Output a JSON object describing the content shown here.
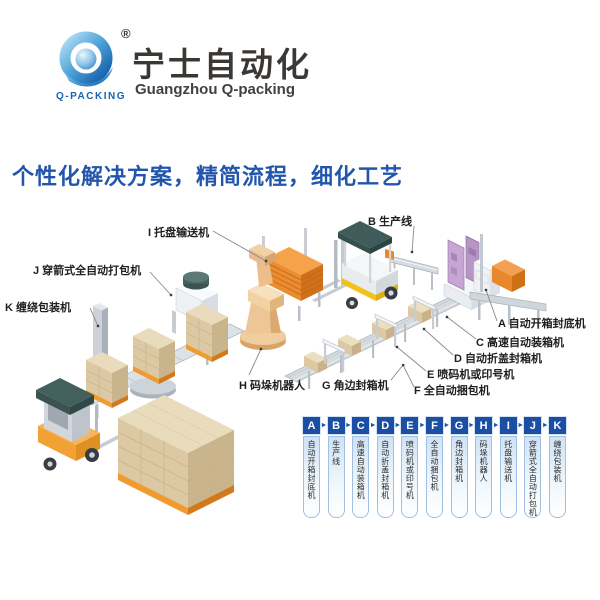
{
  "brand": {
    "registered": "®",
    "logo_caption": "Q-PACKING",
    "company_cn": "宁士自动化",
    "company_en": "Guangzhou Q-packing"
  },
  "slogan": "个性化解决方案，精简流程，细化工艺",
  "diagram": {
    "labels": {
      "a": "A 自动开箱封底机",
      "b": "B 生产线",
      "c": "C 高速自动装箱机",
      "d": "D 自动折盖封箱机",
      "e": "E 喷码机或印号机",
      "f": "F 全自动捆包机",
      "g": "G 角边封箱机",
      "h": "H 码垛机器人",
      "i": "I 托盘输送机",
      "j": "J 穿箭式全自动打包机",
      "k": "K 缠绕包装机"
    }
  },
  "legend": {
    "arrow_icon": "►",
    "items": [
      {
        "letter": "A",
        "name": "自动开箱封底机"
      },
      {
        "letter": "B",
        "name": "生产线"
      },
      {
        "letter": "C",
        "name": "高速自动装箱机"
      },
      {
        "letter": "D",
        "name": "自动折盖封箱机"
      },
      {
        "letter": "E",
        "name": "喷码机或印号机"
      },
      {
        "letter": "F",
        "name": "全自动捆包机"
      },
      {
        "letter": "G",
        "name": "角边封箱机"
      },
      {
        "letter": "H",
        "name": "码垛机器人"
      },
      {
        "letter": "I",
        "name": "托盘输送机"
      },
      {
        "letter": "J",
        "name": "穿箭式全自动打包机"
      },
      {
        "letter": "K",
        "name": "缠绕包装机"
      }
    ]
  },
  "colors": {
    "brand_blue": "#1565b0",
    "slogan_blue": "#2156ac",
    "legend_blue": "#1a4fa5",
    "accent_orange": "#ef9b30",
    "carton_tan": "#dcc9a4",
    "machine_purple": "#c7a6d4"
  }
}
